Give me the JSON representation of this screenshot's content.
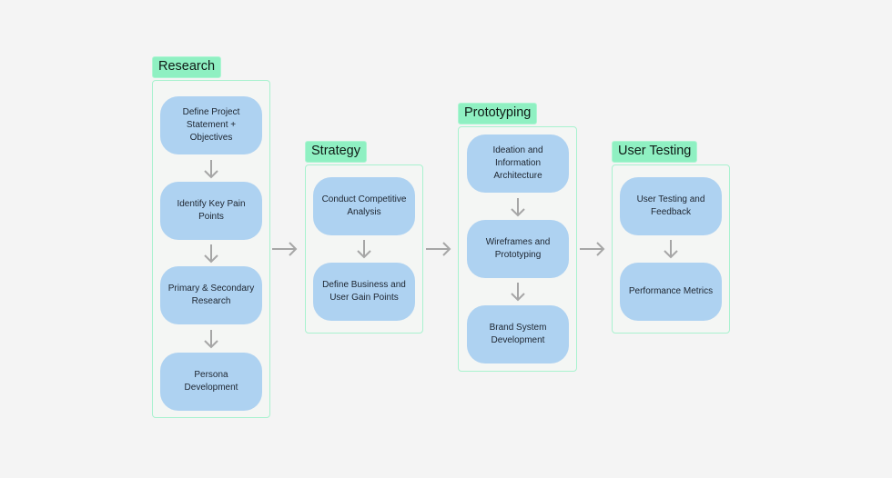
{
  "phases": [
    {
      "title": "Research",
      "steps": [
        "Define Project Statement + Objectives",
        "Identify Key Pain Points",
        "Primary & Secondary Research",
        "Persona Development"
      ]
    },
    {
      "title": "Strategy",
      "steps": [
        "Conduct Competitive Analysis",
        "Define Business and User Gain Points"
      ]
    },
    {
      "title": "Prototyping",
      "steps": [
        "Ideation and Information Architecture",
        "Wireframes and Prototyping",
        "Brand System Development"
      ]
    },
    {
      "title": "User Testing",
      "steps": [
        "User Testing and Feedback",
        "Performance Metrics"
      ]
    }
  ],
  "colors": {
    "background": "#f4f4f4",
    "tag_fill": "#8ff0c2",
    "group_border": "#a9f2cf",
    "step_fill": "#aed2f1",
    "arrow": "#a6a6a6"
  }
}
